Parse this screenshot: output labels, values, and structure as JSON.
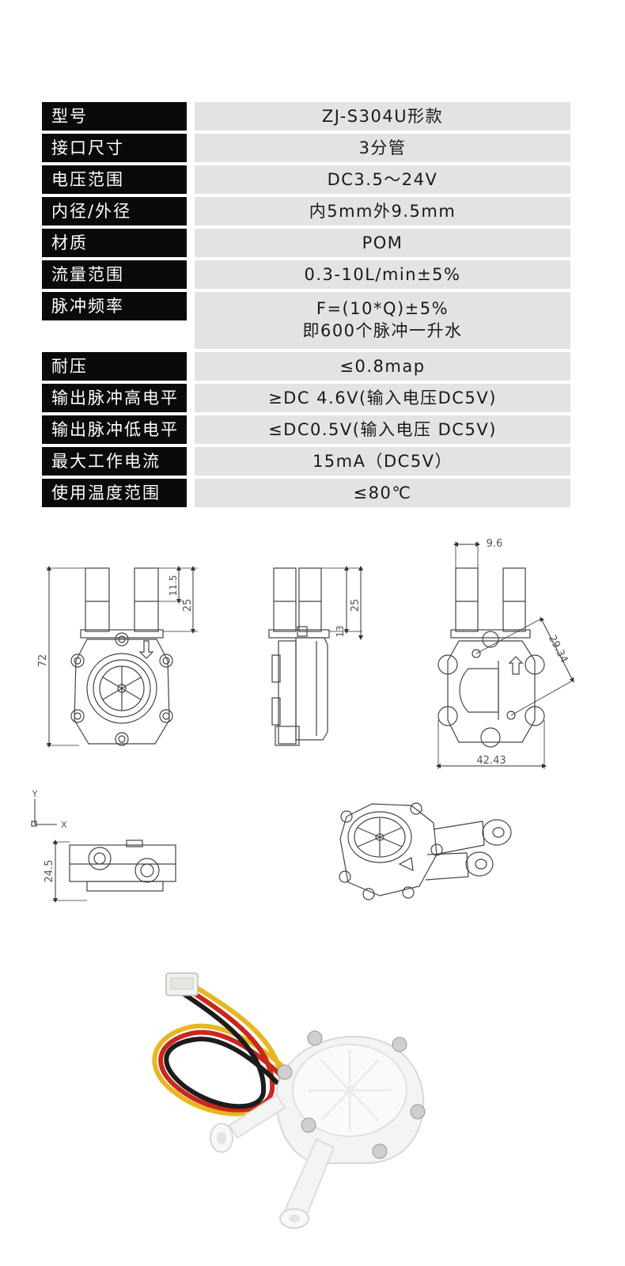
{
  "specs": [
    {
      "label": "型号",
      "value": "ZJ-S304U形款"
    },
    {
      "label": "接口尺寸",
      "value": "3分管"
    },
    {
      "label": "电压范围",
      "value": "DC3.5～24V"
    },
    {
      "label": "内径/外径",
      "value": "内5mm外9.5mm"
    },
    {
      "label": "材质",
      "value": "POM"
    },
    {
      "label": "流量范围",
      "value": "0.3-10L/min±5%"
    },
    {
      "label": "脉冲频率",
      "value": "F=(10*Q)±5%",
      "value2": "即600个脉冲一升水"
    },
    {
      "label": "耐压",
      "value": "≤0.8map"
    },
    {
      "label": "输出脉冲高电平",
      "value": "≥DC 4.6V(输入电压DC5V)"
    },
    {
      "label": "输出脉冲低电平",
      "value": "≤DC0.5V(输入电压 DC5V)"
    },
    {
      "label": "最大工作电流",
      "value": "15mA（DC5V）"
    },
    {
      "label": "使用温度范围",
      "value": "≤80℃"
    }
  ],
  "drawing": {
    "front": {
      "dim_total": "72",
      "dim_pipe": "25",
      "dim_tip": "11.5"
    },
    "side": {
      "dim_pipe": "25",
      "dim_base": "13"
    },
    "back": {
      "dim_top": "9.6",
      "dim_diag": "29.34",
      "dim_width": "42.43"
    },
    "bottom": {
      "dim_height": "24.5",
      "axis_y": "Y",
      "axis_x": "X"
    }
  },
  "colors": {
    "label_bg": "#0a0a0a",
    "value_bg": "#e3e3e3",
    "wire_yellow": "#e8b620",
    "wire_red": "#c8281e",
    "wire_black": "#1c1c1c",
    "body_white": "#f4f4f4"
  }
}
